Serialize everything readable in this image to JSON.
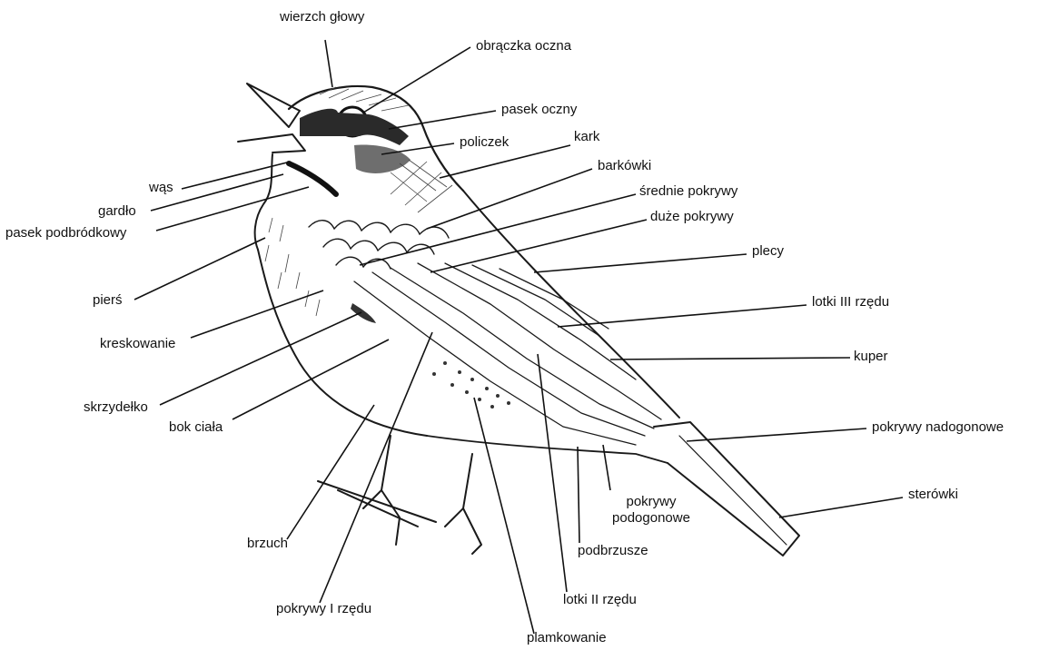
{
  "labels": {
    "crown": "wierzch głowy",
    "eye_ring": "obrączka oczna",
    "eye_stripe": "pasek oczny",
    "cheek": "policzek",
    "nape": "kark",
    "scapulars": "barkówki",
    "median_coverts": "średnie pokrywy",
    "greater_coverts": "duże pokrywy",
    "back": "plecy",
    "tertials": "lotki III rzędu",
    "rump": "kuper",
    "uppertail_coverts": "pokrywy nadogonowe",
    "tail": "sterówki",
    "moustache": "wąs",
    "throat": "gardło",
    "malar": "pasek podbródkowy",
    "breast": "pierś",
    "streaking": "kreskowanie",
    "alula": "skrzydełko",
    "flank": "bok ciała",
    "belly": "brzuch",
    "primary_coverts": "pokrywy I rzędu",
    "spotting": "plamkowanie",
    "secondaries": "lotki II rzędu",
    "vent": "podbrzusze",
    "undertail_coverts_1": "pokrywy",
    "undertail_coverts_2": "podogonowe"
  },
  "colors": {
    "ink": "#111111",
    "paper": "#ffffff"
  }
}
